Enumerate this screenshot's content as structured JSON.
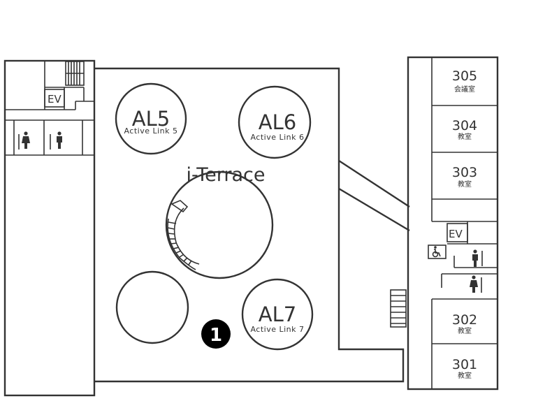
{
  "terrace": {
    "label": "i-Terrace"
  },
  "active_links": [
    {
      "code": "AL5",
      "name": "Active Link 5"
    },
    {
      "code": "AL6",
      "name": "Active Link 6"
    },
    {
      "code": "AL7",
      "name": "Active Link 7"
    }
  ],
  "rooms": [
    {
      "number": "305",
      "label": "会議室"
    },
    {
      "number": "304",
      "label": "教室"
    },
    {
      "number": "303",
      "label": "教室"
    },
    {
      "number": "302",
      "label": "教室"
    },
    {
      "number": "301",
      "label": "教室"
    }
  ],
  "elevators": [
    {
      "label": "EV"
    },
    {
      "label": "EV"
    }
  ],
  "marker": {
    "label": "1"
  },
  "icons": [
    "male-restroom-icon",
    "female-restroom-icon",
    "wheelchair-icon",
    "stairs-icon",
    "location-marker-icon"
  ],
  "colors": {
    "line": "#333333",
    "marker": "#000000",
    "background": "#ffffff"
  }
}
